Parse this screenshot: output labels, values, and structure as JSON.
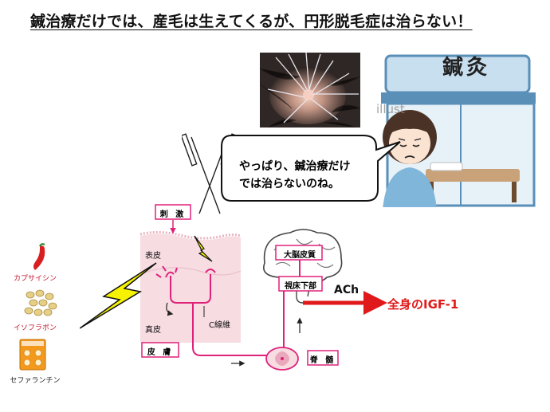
{
  "title": "鍼治療だけでは、産毛は生えてくるが、円形脱毛症は治らない！",
  "clinic_sign": "鍼灸",
  "watermark": "illust",
  "speech_bubble": {
    "line1": "やっぱり、鍼治療だけ",
    "line2": "では治らないのね。"
  },
  "diagram": {
    "stimulus": "刺 激",
    "epidermis": "表皮",
    "dermis": "真皮",
    "c_fiber": "C線維",
    "skin": "皮 膚",
    "cerebral_cortex": "大脳皮質",
    "hypothalamus": "視床下部",
    "spinal_cord": "脊 髄",
    "ach": "ACh",
    "igf": "全身のIGF-1"
  },
  "substances": {
    "capsaicin": "カプサイシン",
    "isoflavone": "イソフラボン",
    "cepharanthine": "セファランチン"
  },
  "colors": {
    "nerve_pink": "#e0217a",
    "arrow_red": "#e0191a",
    "lightning_yellow": "#f7f200",
    "skin_pink": "#f7dce2",
    "clinic_sign_bg": "#c8dff0",
    "clinic_awning": "#5a8fb8"
  },
  "icons": [
    "chili-pepper-icon",
    "soybeans-icon",
    "pill-pack-icon",
    "lightning-icon",
    "acupuncture-needle-icon",
    "brain-icon",
    "spinal-cord-icon"
  ]
}
